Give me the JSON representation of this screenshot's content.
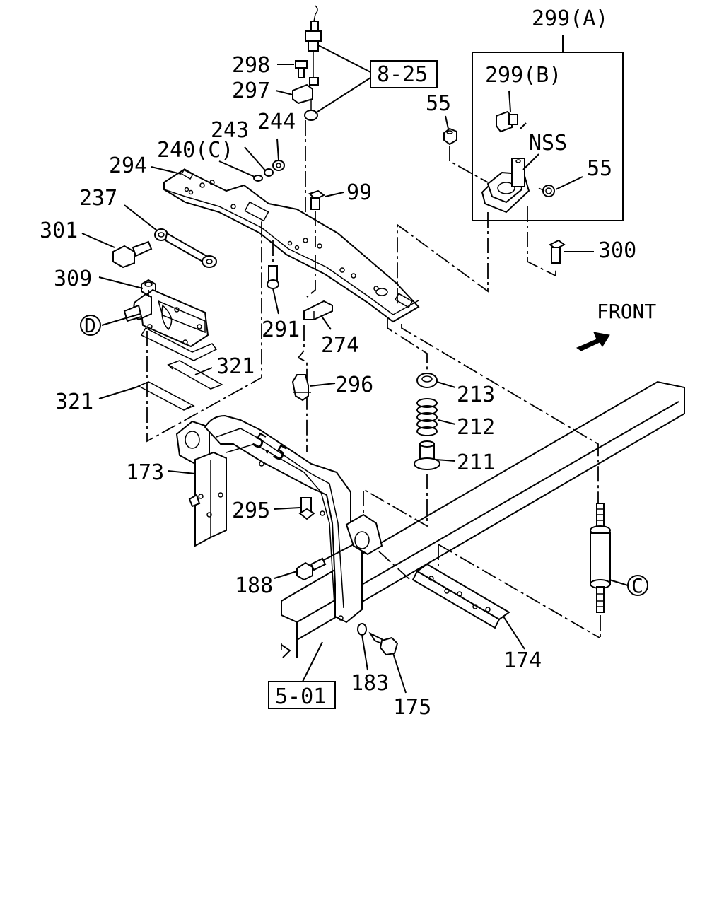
{
  "diagram": {
    "refs": {
      "ref_825": "8-25",
      "ref_501": "5-01"
    },
    "labels": {
      "l_299a": "299(A)",
      "l_299b": "299(B)",
      "l_nss": "NSS",
      "l_55a": "55",
      "l_55b": "55",
      "l_300": "300",
      "l_298": "298",
      "l_297": "297",
      "l_243": "243",
      "l_244": "244",
      "l_240c": "240(C)",
      "l_294": "294",
      "l_99": "99",
      "l_237": "237",
      "l_301": "301",
      "l_309": "309",
      "l_291": "291",
      "l_274": "274",
      "l_front": "FRONT",
      "l_321a": "321",
      "l_321b": "321",
      "l_296": "296",
      "l_213": "213",
      "l_212": "212",
      "l_211": "211",
      "l_173": "173",
      "l_295": "295",
      "l_188": "188",
      "l_183": "183",
      "l_175": "175",
      "l_174": "174"
    },
    "callouts": {
      "c_d": "D",
      "c_c": "C"
    }
  }
}
